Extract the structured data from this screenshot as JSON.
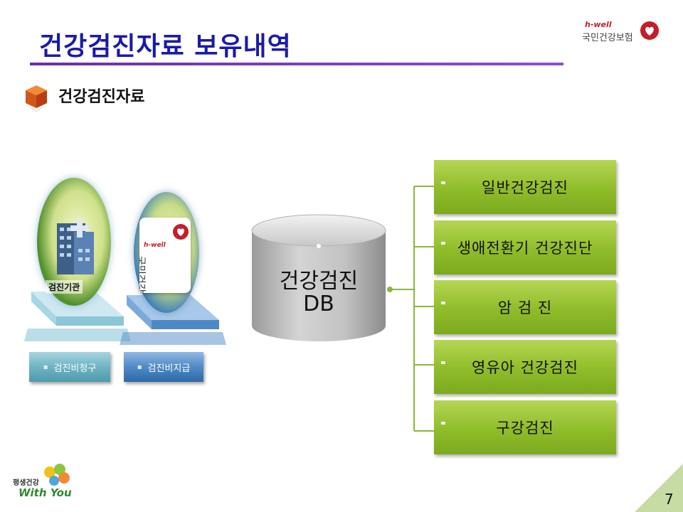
{
  "title": "건강검진자료 보유내역",
  "subtitle": "건강검진자료",
  "logo": {
    "brand": "h-well",
    "name": "국민건강보험"
  },
  "left": {
    "institution_label": "검진기관",
    "nhis_brand": "h-well",
    "nhis_name": "국민건강보험",
    "claim_label": "검진비청구",
    "pay_label": "검진비지급"
  },
  "db": {
    "line1": "건강검진",
    "line2": "DB"
  },
  "exam_types": [
    "일반건강검진",
    "생애전환기 건강진단",
    "암 검 진",
    "영유아 건강검진",
    "구강검진"
  ],
  "footer": {
    "ko": "평생건강",
    "en": "With You"
  },
  "page_number": "7",
  "colors": {
    "title": "#1a1aa8",
    "rule": "#6a2fa0",
    "green_box": "#8fbc2a",
    "brand_red": "#c41e2a"
  }
}
